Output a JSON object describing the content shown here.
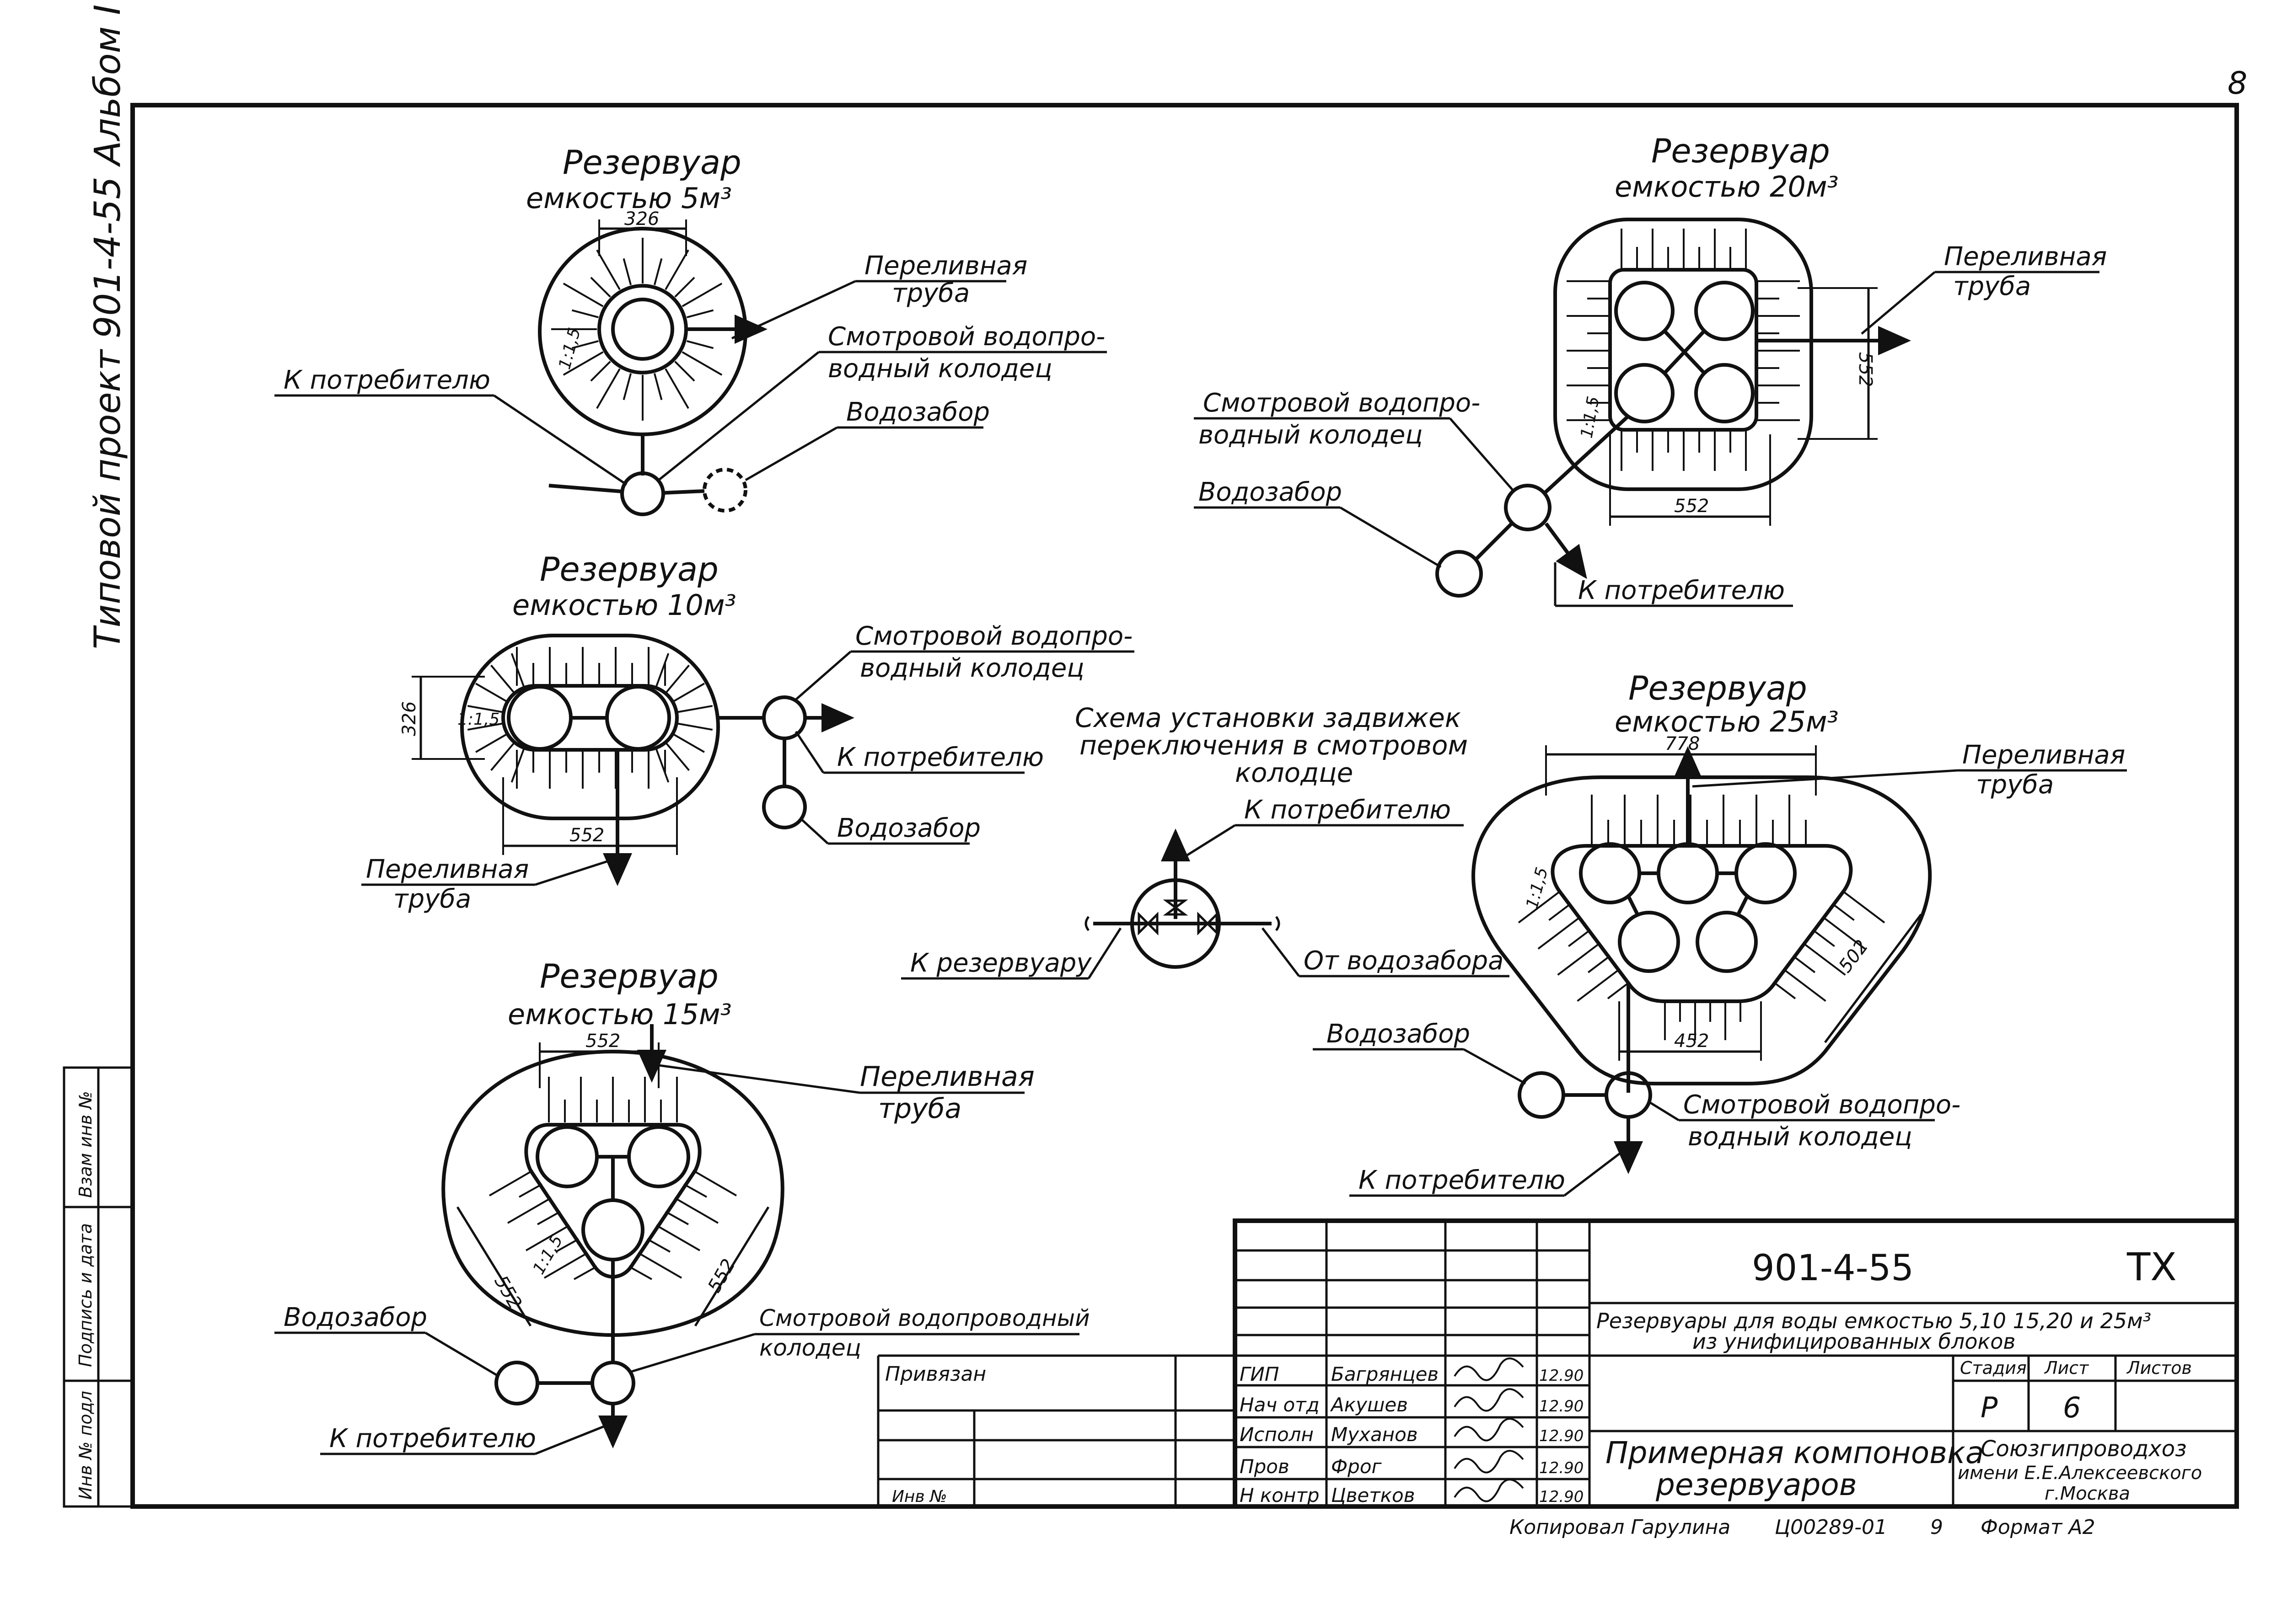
{
  "sheet": {
    "page_number": "8",
    "side_title": "Типовой проект 901-4-55 Альбом I",
    "side_stamp": [
      "Взам инв №",
      "Подпись и дата",
      "Инв № подл"
    ]
  },
  "tanks": {
    "t5": {
      "title_1": "Резервуар",
      "title_2": "емкостью 5м³",
      "dim": "326",
      "slope": "1:1,5",
      "overflow_1": "Переливная",
      "overflow_2": "труба",
      "well_1": "Смотровой водопро-",
      "well_2": "водный колодец",
      "consumer": "К потребителю",
      "intake": "Водозабор"
    },
    "t10": {
      "title_1": "Резервуар",
      "title_2": "емкостью 10м³",
      "dim_h": "326",
      "dim_w": "552",
      "slope": "1:1,5",
      "well_1": "Смотровой водопро-",
      "well_2": "водный колодец",
      "consumer": "К потребителю",
      "intake": "Водозабор",
      "overflow_1": "Переливная",
      "overflow_2": "труба"
    },
    "t15": {
      "title_1": "Резервуар",
      "title_2": "емкостью 15м³",
      "dim_top": "552",
      "dim_left": "552",
      "dim_right": "552",
      "slope": "1:1,5",
      "overflow_1": "Переливная",
      "overflow_2": "труба",
      "intake": "Водозабор",
      "well_1": "Смотровой водопроводный",
      "well_2": "колодец",
      "consumer": "К потребителю"
    },
    "t20": {
      "title_1": "Резервуар",
      "title_2": "емкостью 20м³",
      "dim_w": "552",
      "dim_h": "552",
      "slope": "1:1,5",
      "overflow_1": "Переливная",
      "overflow_2": "труба",
      "well_1": "Смотровой водопро-",
      "well_2": "водный колодец",
      "intake": "Водозабор",
      "consumer": "К потребителю"
    },
    "t25": {
      "title_1": "Резервуар",
      "title_2": "емкостью 25м³",
      "dim_top": "778",
      "dim_right": "502",
      "dim_bottom": "452",
      "slope": "1:1,5",
      "overflow_1": "Переливная",
      "overflow_2": "труба",
      "intake": "Водозабор",
      "well_1": "Смотровой водопро-",
      "well_2": "водный колодец",
      "consumer": "К потребителю"
    }
  },
  "valve_scheme": {
    "title_1": "Схема установки задвижек",
    "title_2": "переключения в смотровом",
    "title_3": "колодце",
    "to_consumer": "К потребителю",
    "to_tank": "К резервуару",
    "from_intake": "От водозабора"
  },
  "title_block": {
    "code": "901-4-55",
    "section": "ТХ",
    "description_1": "Резервуары для воды емкостью 5,10 15,20 и 25м³",
    "description_2": "из унифицированных блоков",
    "binding_label": "Привязан",
    "inv_label": "Инв №",
    "sheet_name_1": "Примерная компоновка",
    "sheet_name_2": "резервуаров",
    "stage_label": "Стадия",
    "sheet_label": "Лист",
    "sheets_label": "Листов",
    "stage": "Р",
    "sheet": "6",
    "org_1": "Союзгипроводхоз",
    "org_2": "имени Е.Е.Алексеевского",
    "org_3": "г.Москва",
    "roles": [
      {
        "role": "ГИП",
        "name": "Багрянцев",
        "date": "12.90"
      },
      {
        "role": "Нач отд",
        "name": "Акушев",
        "date": "12.90"
      },
      {
        "role": "Исполн",
        "name": "Муханов",
        "date": "12.90"
      },
      {
        "role": "Пров",
        "name": "Фрог",
        "date": "12.90"
      },
      {
        "role": "Н контр",
        "name": "Цветков",
        "date": "12.90"
      }
    ]
  },
  "footer": {
    "copied": "Копировал Гарулина",
    "order": "Ц00289-01",
    "sheet_no": "9",
    "format": "Формат А2"
  }
}
